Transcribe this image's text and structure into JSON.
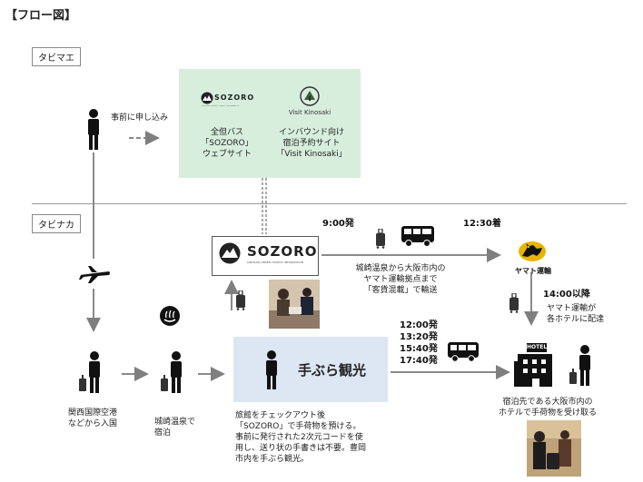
{
  "title": "【フロー図】",
  "phases": {
    "before": "タビマエ",
    "during": "タビナカ"
  },
  "pre_apply": "事前に申し込み",
  "web": {
    "sozoro_logo": "SOZORO",
    "sozoro_tagline": "KINOSAKI ONSEN TOURIST INFORMATION",
    "sozoro_caption_1": "全但バス",
    "sozoro_caption_2": "「SOZORO」",
    "sozoro_caption_3": "ウェブサイト",
    "visit_logo": "Visit Kinosaki",
    "visit_caption_1": "インバウンド向け",
    "visit_caption_2": "宿泊予約サイト",
    "visit_caption_3": "「Visit Kinosaki」"
  },
  "sozoro_main_logo": "SOZORO",
  "sozoro_main_tagline": "KINOSAKI ONSEN TOURIST INFORMATION",
  "bus_route": {
    "depart": "9:00発",
    "arrive": "12:30着",
    "caption_1": "城崎温泉から大阪市内の",
    "caption_2": "ヤマト運輸拠点まで",
    "caption_3": "「客貨混載」で輸送"
  },
  "yamato": {
    "logo": "ヤマト運輸",
    "time": "14:00以降",
    "caption_1": "ヤマト運輸が",
    "caption_2": "各ホテルに配達"
  },
  "times": [
    "12:00発",
    "13:20発",
    "15:40発",
    "17:40発"
  ],
  "arrival": {
    "caption_1": "関西国際空港",
    "caption_2": "などから入国"
  },
  "onsen": {
    "caption_1": "城崎温泉で",
    "caption_2": "宿泊"
  },
  "kanko": "手ぶら観光",
  "kanko_caption": {
    "line_1": "旅館をチェックアウト後",
    "line_2": "「SOZORO」で手荷物を預ける。",
    "line_3": "事前に発行された2次元コードを使",
    "line_4": "用し、送り状の手書きは不要。豊岡",
    "line_5": "市内を手ぶら観光。"
  },
  "hotel": {
    "sign": "HOTEL",
    "caption_1": "宿泊先である大阪市内の",
    "caption_2": "ホテルで手荷物を受け取る"
  }
}
